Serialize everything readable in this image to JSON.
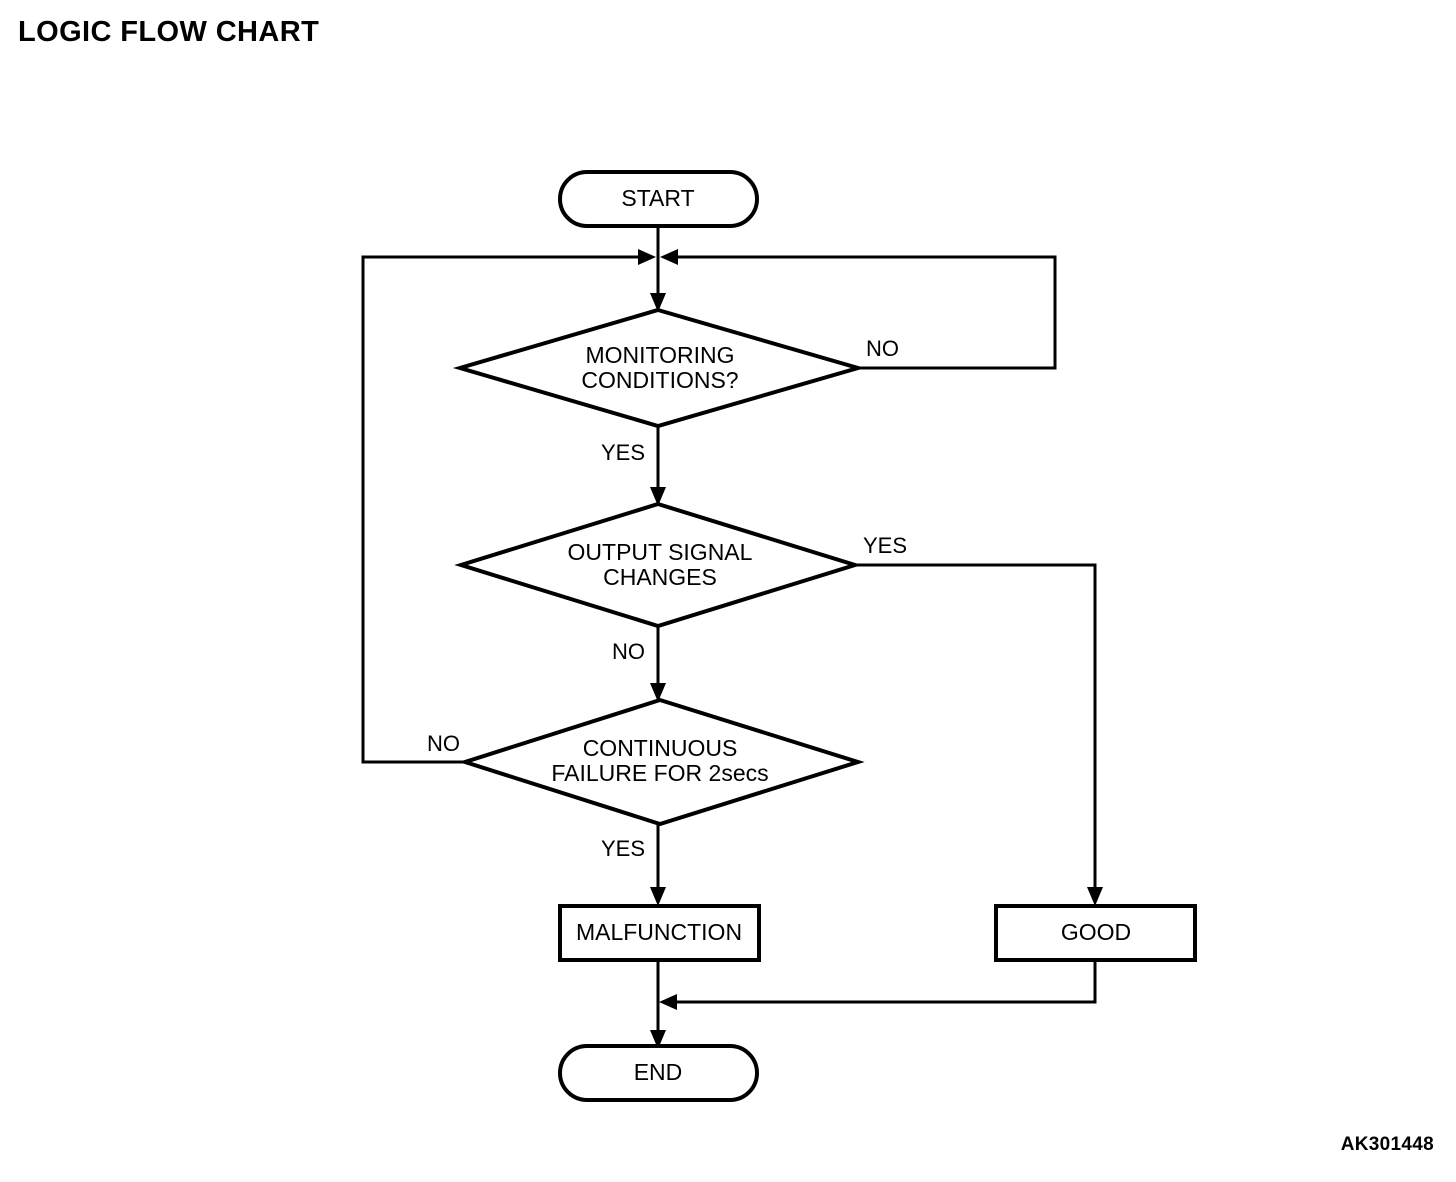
{
  "title": "LOGIC FLOW CHART",
  "drawing_code": "AK301448",
  "colors": {
    "stroke": "#000000",
    "fill": "#ffffff",
    "background": "#ffffff"
  },
  "chart_data": {
    "type": "diagram",
    "diagram_kind": "flowchart",
    "title": "LOGIC FLOW CHART",
    "orientation": "top-to-bottom",
    "nodes": [
      {
        "id": "start",
        "shape": "stadium",
        "label": "START"
      },
      {
        "id": "monitoring",
        "shape": "diamond",
        "label": "MONITORING CONDITIONS?",
        "line1": "MONITORING",
        "line2": "CONDITIONS?"
      },
      {
        "id": "output_signal",
        "shape": "diamond",
        "label": "OUTPUT SIGNAL CHANGES",
        "line1": "OUTPUT SIGNAL",
        "line2": "CHANGES"
      },
      {
        "id": "continuous_failure",
        "shape": "diamond",
        "label": "CONTINUOUS FAILURE FOR 2secs",
        "line1": "CONTINUOUS",
        "line2": "FAILURE FOR 2secs"
      },
      {
        "id": "malfunction",
        "shape": "rectangle",
        "label": "MALFUNCTION"
      },
      {
        "id": "good",
        "shape": "rectangle",
        "label": "GOOD"
      },
      {
        "id": "end",
        "shape": "stadium",
        "label": "END"
      }
    ],
    "edges": [
      {
        "from": "start",
        "to": "monitoring",
        "label": ""
      },
      {
        "from": "monitoring",
        "to": "output_signal",
        "label": "YES"
      },
      {
        "from": "monitoring",
        "to": "monitoring",
        "label": "NO",
        "routing": "right-loop-back-to-entry"
      },
      {
        "from": "output_signal",
        "to": "continuous_failure",
        "label": "NO"
      },
      {
        "from": "output_signal",
        "to": "good",
        "label": "YES",
        "routing": "right-then-down"
      },
      {
        "from": "continuous_failure",
        "to": "malfunction",
        "label": "YES"
      },
      {
        "from": "continuous_failure",
        "to": "monitoring",
        "label": "NO",
        "routing": "left-loop-back-to-entry"
      },
      {
        "from": "malfunction",
        "to": "end",
        "label": ""
      },
      {
        "from": "good",
        "to": "end",
        "label": "",
        "routing": "down-then-left"
      }
    ]
  },
  "nodes": {
    "start": {
      "label": "START"
    },
    "monitoring": {
      "line1": "MONITORING",
      "line2": "CONDITIONS?"
    },
    "output_signal": {
      "line1": "OUTPUT SIGNAL",
      "line2": "CHANGES"
    },
    "continuous_failure": {
      "line1": "CONTINUOUS",
      "line2": "FAILURE FOR 2secs"
    },
    "malfunction": {
      "label": "MALFUNCTION"
    },
    "good": {
      "label": "GOOD"
    },
    "end": {
      "label": "END"
    }
  },
  "edge_labels": {
    "monitoring_no": "NO",
    "monitoring_yes": "YES",
    "output_signal_yes": "YES",
    "output_signal_no": "NO",
    "continuous_failure_no": "NO",
    "continuous_failure_yes": "YES"
  }
}
